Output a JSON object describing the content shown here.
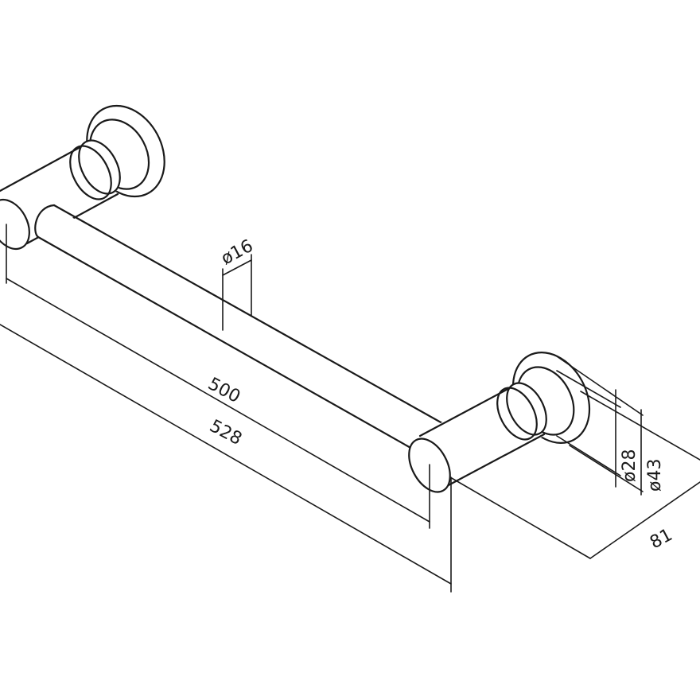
{
  "dimensions": {
    "bar_diameter": "ø16",
    "inner_length": "500",
    "overall_length": "528",
    "post_diameter": "ø28",
    "flange_diameter": "ø43",
    "projection": "81"
  }
}
